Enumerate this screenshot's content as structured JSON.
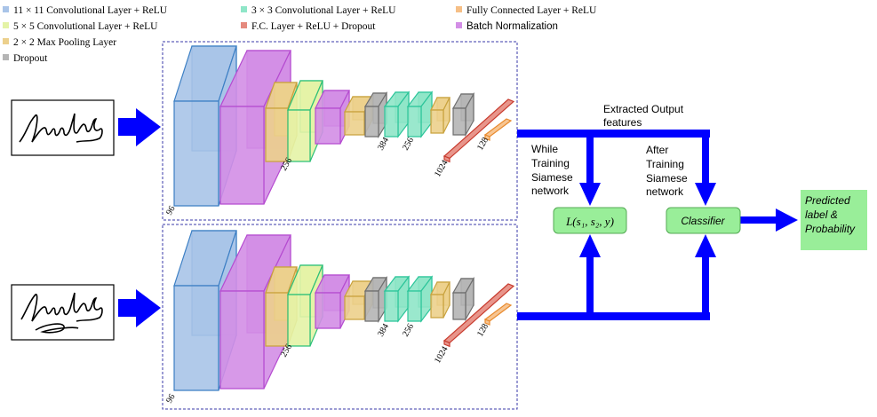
{
  "legend": [
    {
      "label": "11 × 11 Convolutional Layer + ReLU",
      "color": "#a9c4e8"
    },
    {
      "label": "5 × 5 Convolutional Layer + ReLU",
      "color": "#e4f3a6"
    },
    {
      "label": "2 × 2 Max Pooling Layer",
      "color": "#ecd08c"
    },
    {
      "label": "Dropout",
      "color": "#b5b5b5"
    },
    {
      "label": "3 × 3 Convolutional Layer + ReLU",
      "color": "#8fe6c8"
    },
    {
      "label": "F.C. Layer + ReLU + Dropout",
      "color": "#e58a7e"
    },
    {
      "label": "Fully Connected Layer + ReLU",
      "color": "#f6bf86"
    },
    {
      "label": "Batch Normalization",
      "color": "#d38ee6"
    }
  ],
  "network": {
    "labels": {
      "first": "96",
      "second": "256",
      "third": "384",
      "fourth": "256",
      "fc1": "1024",
      "fc2": "128"
    }
  },
  "texts": {
    "extracted": [
      "Extracted Output",
      "features"
    ],
    "while": [
      "While",
      "Training",
      "Siamese",
      "network"
    ],
    "after": [
      "After",
      "Training",
      "Siamese",
      "network"
    ],
    "loss": "L(s₁, s₂, y)",
    "classifier": "Classifier",
    "predicted": [
      "Predicted",
      "label &",
      "Probability"
    ]
  },
  "colors": {
    "arrow": "#0000ff",
    "box_fill": "#99ee99",
    "box_stroke": "#55aa55",
    "dash": "#3a3aa8",
    "blue": "#a9c4e8",
    "blue_stroke": "#3c7fc4",
    "purple": "#d38ee6",
    "purple_stroke": "#b54bd0",
    "yellow": "#ecd08c",
    "yellow_stroke": "#c9a23e",
    "green": "#e4f3a6",
    "green_stroke": "#2cc078",
    "gray": "#b5b5b5",
    "gray_stroke": "#6e6e6e",
    "teal": "#8fe6c8",
    "teal_stroke": "#2cc59a",
    "red": "#e58a7e",
    "red_stroke": "#c83c2f",
    "orange": "#f6bf86",
    "orange_stroke": "#e98a2d"
  }
}
